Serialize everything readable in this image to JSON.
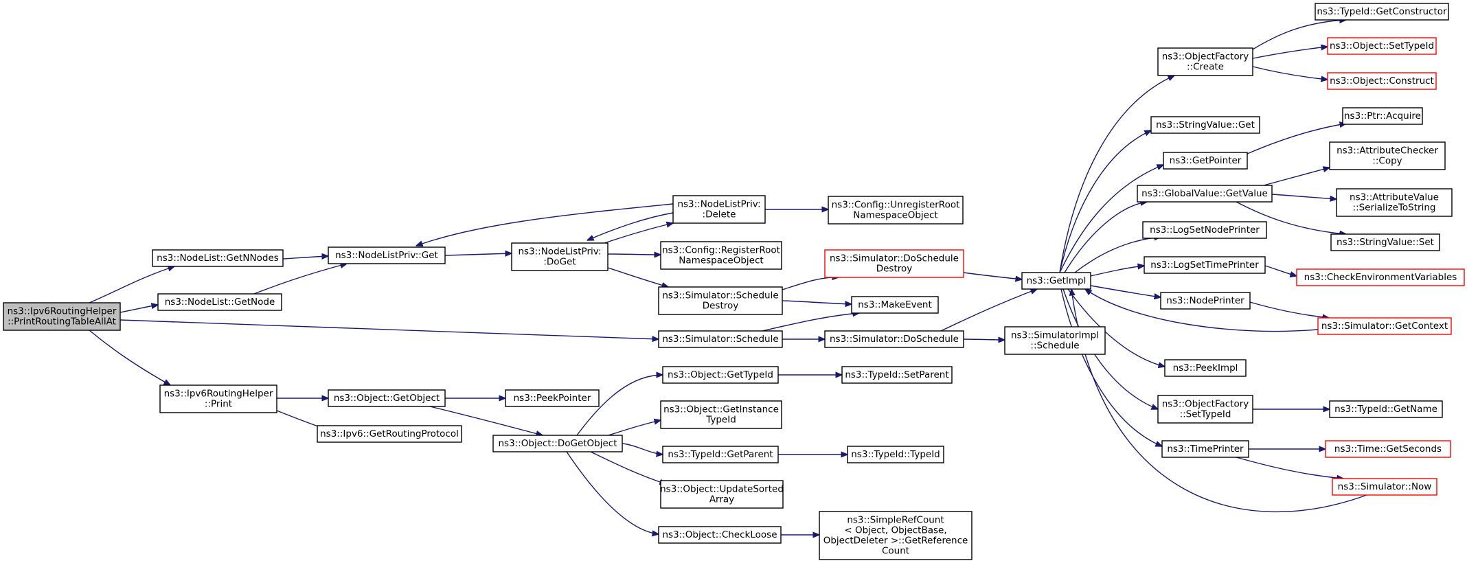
{
  "graph": {
    "title": "",
    "nodes": {
      "root": [
        "ns3::Ipv6RoutingHelper",
        "::PrintRoutingTableAllAt"
      ],
      "getNNodes": [
        "ns3::NodeList::GetNNodes"
      ],
      "getNode": [
        "ns3::NodeList::GetNode"
      ],
      "helperPrint": [
        "ns3::Ipv6RoutingHelper",
        "::Print"
      ],
      "nlpGet": [
        "ns3::NodeListPriv::Get"
      ],
      "getObject": [
        "ns3::Object::GetObject"
      ],
      "ipv6GetRP": [
        "ns3::Ipv6::GetRoutingProtocol"
      ],
      "nlpDoGet": [
        "ns3::NodeListPriv:",
        ":DoGet"
      ],
      "nlpDelete": [
        "ns3::NodeListPriv:",
        ":Delete"
      ],
      "cfgRegister": [
        "ns3::Config::RegisterRoot",
        "NamespaceObject"
      ],
      "cfgUnregister": [
        "ns3::Config::UnregisterRoot",
        "NamespaceObject"
      ],
      "simScheduleDestroy": [
        "ns3::Simulator::Schedule",
        "Destroy"
      ],
      "simDoScheduleDestroy": [
        "ns3::Simulator::DoSchedule",
        "Destroy"
      ],
      "makeEvent": [
        "ns3::MakeEvent"
      ],
      "simSchedule": [
        "ns3::Simulator::Schedule"
      ],
      "simDoSchedule": [
        "ns3::Simulator::DoSchedule"
      ],
      "simImplSchedule": [
        "ns3::SimulatorImpl",
        "::Schedule"
      ],
      "peekPointer": [
        "ns3::PeekPointer"
      ],
      "doGetObject": [
        "ns3::Object::DoGetObject"
      ],
      "objGetTypeId": [
        "ns3::Object::GetTypeId"
      ],
      "typeIdSetParent": [
        "ns3::TypeId::SetParent"
      ],
      "objGetInstanceTypeId": [
        "ns3::Object::GetInstance",
        "TypeId"
      ],
      "typeIdGetParent": [
        "ns3::TypeId::GetParent"
      ],
      "typeIdTypeId": [
        "ns3::TypeId::TypeId"
      ],
      "objUpdateSorted": [
        "ns3::Object::UpdateSorted",
        "Array"
      ],
      "objCheckLoose": [
        "ns3::Object::CheckLoose"
      ],
      "simpleRefCount": [
        "ns3::SimpleRefCount",
        "< Object, ObjectBase,",
        "ObjectDeleter >::GetReference",
        "Count"
      ],
      "getImpl": [
        "ns3::GetImpl"
      ],
      "objFactoryCreate": [
        "ns3::ObjectFactory",
        "::Create"
      ],
      "stringValueGet": [
        "ns3::StringValue::Get"
      ],
      "getPointer": [
        "ns3::GetPointer"
      ],
      "globalValueGetValue": [
        "ns3::GlobalValue::GetValue"
      ],
      "logSetNodePrinter": [
        "ns3::LogSetNodePrinter"
      ],
      "logSetTimePrinter": [
        "ns3::LogSetTimePrinter"
      ],
      "nodePrinter": [
        "ns3::NodePrinter"
      ],
      "peekImpl": [
        "ns3::PeekImpl"
      ],
      "objFactorySetTypeId": [
        "ns3::ObjectFactory",
        "::SetTypeId"
      ],
      "timePrinter": [
        "ns3::TimePrinter"
      ],
      "typeIdGetConstructor": [
        "ns3::TypeId::GetConstructor"
      ],
      "objSetTypeId": [
        "ns3::Object::SetTypeId"
      ],
      "objConstruct": [
        "ns3::Object::Construct"
      ],
      "ptrAcquire": [
        "ns3::Ptr::Acquire"
      ],
      "attrCheckerCopy": [
        "ns3::AttributeChecker",
        "::Copy"
      ],
      "attrValueSerialize": [
        "ns3::AttributeValue",
        "::SerializeToString"
      ],
      "stringValueSet": [
        "ns3::StringValue::Set"
      ],
      "checkEnvVars": [
        "ns3::CheckEnvironmentVariables"
      ],
      "simGetContext": [
        "ns3::Simulator::GetContext"
      ],
      "typeIdGetName": [
        "ns3::TypeId::GetName"
      ],
      "timeGetSeconds": [
        "ns3::Time::GetSeconds"
      ],
      "simNow": [
        "ns3::Simulator::Now"
      ]
    }
  }
}
